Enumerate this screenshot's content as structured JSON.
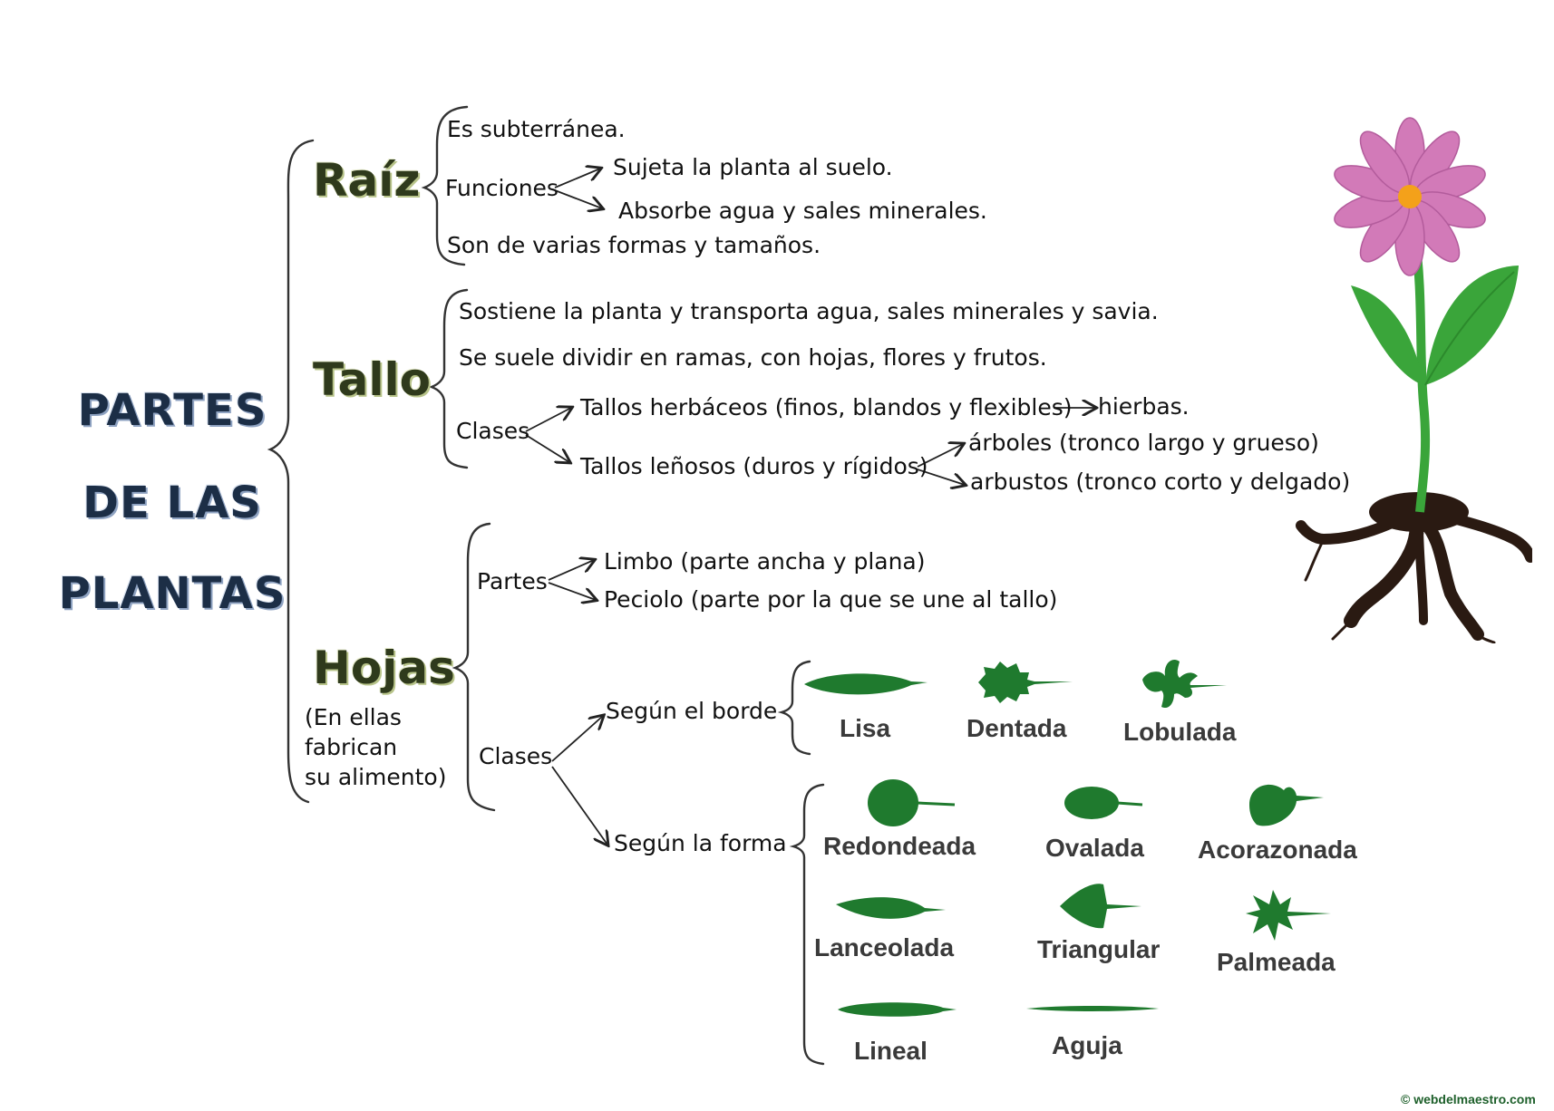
{
  "title": {
    "line1": "PARTES",
    "line2": "DE LAS",
    "line3": "PLANTAS"
  },
  "raiz": {
    "label": "Raíz",
    "item1": "Es subterránea.",
    "funciones": "Funciones",
    "func1": "Sujeta la planta al suelo.",
    "func2": "Absorbe agua y sales minerales.",
    "item3": "Son de varias formas y tamaños."
  },
  "tallo": {
    "label": "Tallo",
    "item1": "Sostiene la planta y transporta agua, sales minerales y savia.",
    "item2": "Se suele dividir en ramas, con hojas, flores y frutos.",
    "clases": "Clases",
    "herbaceos": "Tallos herbáceos (finos, blandos y flexibles)",
    "hierbas": "hierbas.",
    "lenosos": "Tallos leñosos (duros y rígidos)",
    "arboles": "árboles (tronco largo y grueso)",
    "arbustos": "arbustos (tronco corto y delgado)"
  },
  "hojas": {
    "label": "Hojas",
    "note1": "(En ellas",
    "note2": "fabrican",
    "note3": "su alimento)",
    "partes": "Partes",
    "limbo": "Limbo (parte ancha y plana)",
    "peciolo": "Peciolo (parte por la que se une al tallo)",
    "clases": "Clases",
    "borde": "Según el borde",
    "forma": "Según la forma",
    "borde_types": [
      "Lisa",
      "Dentada",
      "Lobulada"
    ],
    "forma_types": [
      "Redondeada",
      "Ovalada",
      "Acorazonada",
      "Lanceolada",
      "Triangular",
      "Palmeada",
      "Lineal",
      "Aguja"
    ]
  },
  "credit": "© webdelmaestro.com",
  "colors": {
    "leaf": "#1f7a2e",
    "petal": "#d27ab8",
    "center": "#f4a11a",
    "stem": "#3aa53a",
    "soil": "#2a1a12"
  }
}
